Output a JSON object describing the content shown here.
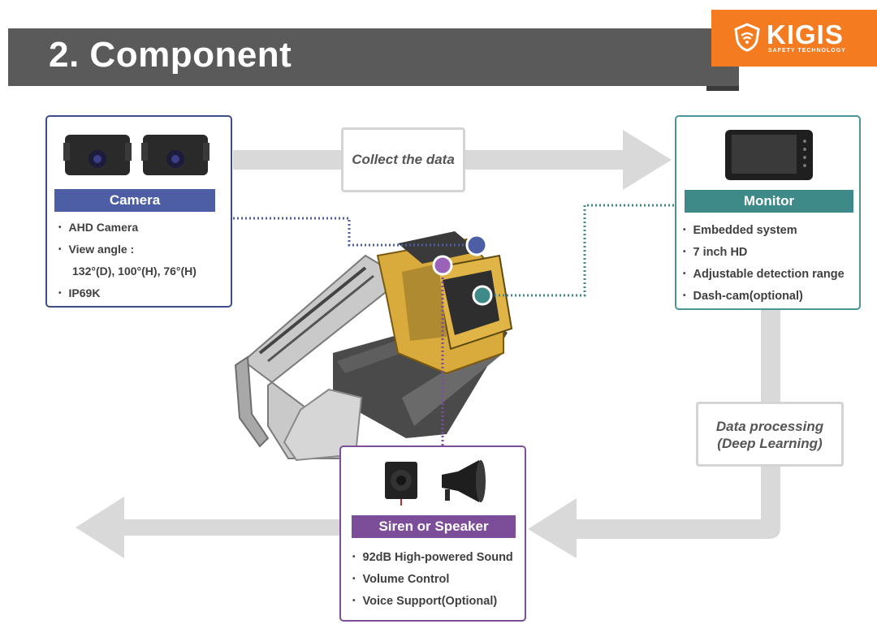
{
  "header": {
    "title": "2. Component"
  },
  "logo": {
    "name": "KIGIS",
    "tagline": "SAFETY TECHNOLOGY"
  },
  "flow_labels": {
    "collect": "Collect the data",
    "processing_line1": "Data processing",
    "processing_line2": "(Deep Learning)"
  },
  "components": {
    "camera": {
      "title": "Camera",
      "features": [
        "AHD Camera",
        "View angle :",
        "132°(D), 100°(H), 76°(H)",
        "IP69K"
      ]
    },
    "monitor": {
      "title": "Monitor",
      "features": [
        "Embedded system",
        "7 inch HD",
        "Adjustable detection range",
        "Dash-cam(optional)"
      ]
    },
    "siren": {
      "title": "Siren or Speaker",
      "features": [
        "92dB High-powered Sound",
        "Volume Control",
        "Voice Support(Optional)"
      ]
    }
  },
  "colors": {
    "header_bg": "#5a5a5a",
    "logo_bg": "#f47b20",
    "camera_accent": "#4d5ea5",
    "monitor_accent": "#3e8a88",
    "siren_accent": "#7c4e9a",
    "arrow_gray": "#d9d9d9"
  },
  "icons": [
    "camera-device-icon",
    "monitor-device-icon",
    "siren-device-icon",
    "speaker-horn-icon",
    "excavator-illustration"
  ]
}
